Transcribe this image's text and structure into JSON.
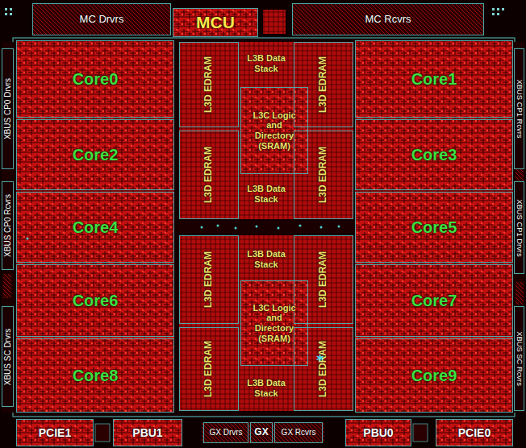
{
  "diagram": {
    "nodes": [
      {
        "text": [
          "MC Drvrs"
        ]
      },
      {
        "text": [
          "MCU"
        ]
      },
      {
        "text": [
          "MC Rcvrs"
        ]
      },
      {
        "text": [
          "XBUS CP0 Drvrs"
        ]
      },
      {
        "text": [
          "Core0"
        ]
      },
      {
        "text": [
          "L3D EDRAM"
        ]
      },
      {
        "text": [
          "L3B Data Stack"
        ]
      },
      {
        "text": [
          "L3D EDRAM"
        ]
      },
      {
        "text": [
          "Core1"
        ]
      },
      {
        "text": [
          "XBUS CP1 Rcvrs"
        ]
      },
      {
        "text": [
          "L3C Logic and Directory (SRAM)"
        ]
      },
      {
        "text": [
          "Core2"
        ]
      },
      {
        "text": [
          "L3D EDRAM"
        ]
      },
      {
        "text": [
          "L3D EDRAM"
        ]
      },
      {
        "text": [
          "Core3"
        ]
      },
      {
        "text": [
          "L3B Data Stack"
        ]
      },
      {
        "text": [
          "XBUS CP0 Rcvrs"
        ]
      },
      {
        "text": [
          "Core4"
        ]
      },
      {
        "text": [
          "Core5"
        ]
      },
      {
        "text": [
          "XBUS CP1 Drvrs"
        ]
      },
      {
        "text": [
          "L3B Data Stack"
        ]
      },
      {
        "text": [
          "L3D EDRAM"
        ]
      },
      {
        "text": [
          "L3D EDRAM"
        ]
      },
      {
        "text": [
          "L3C Logic and Directory (SRAM)"
        ]
      },
      {
        "text": [
          "Core6"
        ]
      },
      {
        "text": [
          "Core7"
        ]
      },
      {
        "text": [
          "XBUS SC Drvrs"
        ]
      },
      {
        "text": [
          "XBUS SC Rcvrs"
        ]
      },
      {
        "text": [
          "L3D EDRAM"
        ]
      },
      {
        "text": [
          "L3D EDRAM"
        ]
      },
      {
        "text": [
          "L3B Data Stack"
        ]
      },
      {
        "text": [
          "Core8"
        ]
      },
      {
        "text": [
          "Core9"
        ]
      },
      {
        "text": [
          "PCIE1"
        ]
      },
      {
        "text": [
          "PBU1"
        ]
      },
      {
        "text": [
          "GX Drvrs"
        ]
      },
      {
        "text": [
          "GX"
        ]
      },
      {
        "text": [
          "GX Rcvrs"
        ]
      },
      {
        "text": [
          "PBU0"
        ]
      },
      {
        "text": [
          "PCIE0"
        ]
      }
    ],
    "labels": [
      "*"
    ]
  }
}
